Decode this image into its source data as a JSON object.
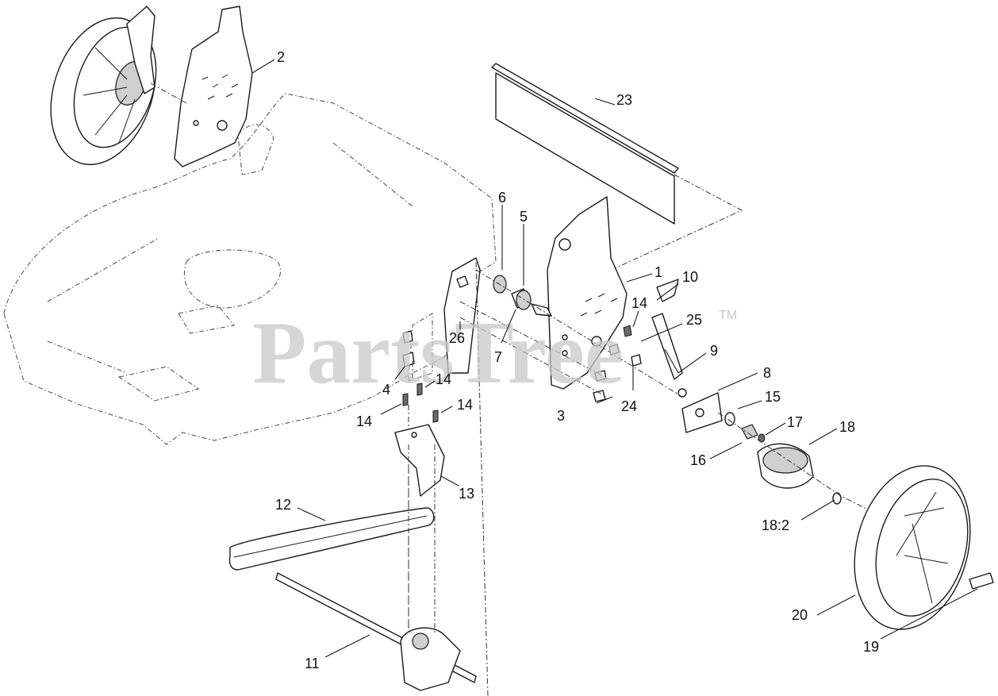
{
  "watermark": {
    "text": "PartsTree",
    "trademark": "TM",
    "color": "#c9c9c9"
  },
  "callouts": {
    "c1": "1",
    "c2": "2",
    "c3": "3",
    "c4": "4",
    "c5": "5",
    "c6": "6",
    "c7": "7",
    "c8": "8",
    "c9": "9",
    "c10": "10",
    "c11": "11",
    "c12": "12",
    "c13": "13",
    "c14a": "14",
    "c14b": "14",
    "c14c": "14",
    "c14d": "14",
    "c15": "15",
    "c16": "16",
    "c17": "17",
    "c18": "18",
    "c18_2": "18:2",
    "c19": "19",
    "c20": "20",
    "c23": "23",
    "c24": "24",
    "c25": "25",
    "c26": "26"
  }
}
